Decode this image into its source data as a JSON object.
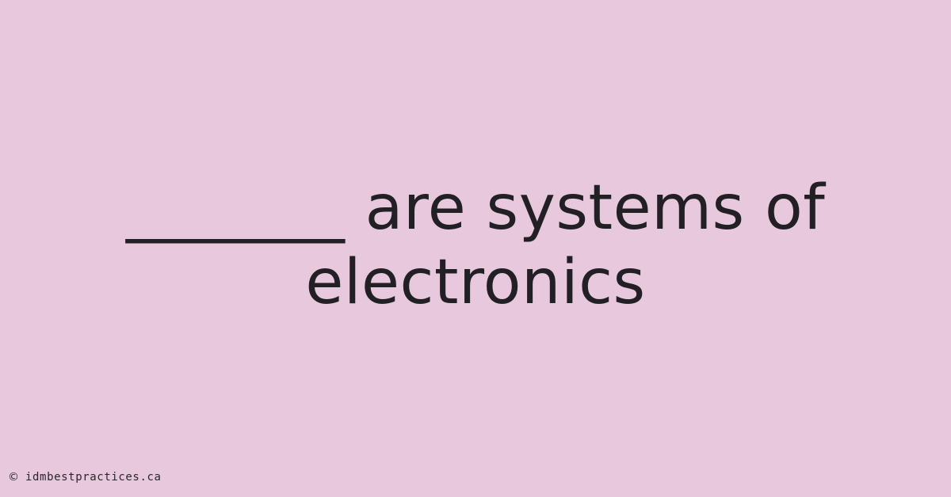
{
  "background_color": "#e8c8dd",
  "text_color": "#222024",
  "headline": {
    "line1": "_______ are systems of",
    "line2": "electronics"
  },
  "footer": {
    "icon": "copyright-icon",
    "copyright_symbol": "©",
    "site": "idmbestpractices.ca"
  }
}
